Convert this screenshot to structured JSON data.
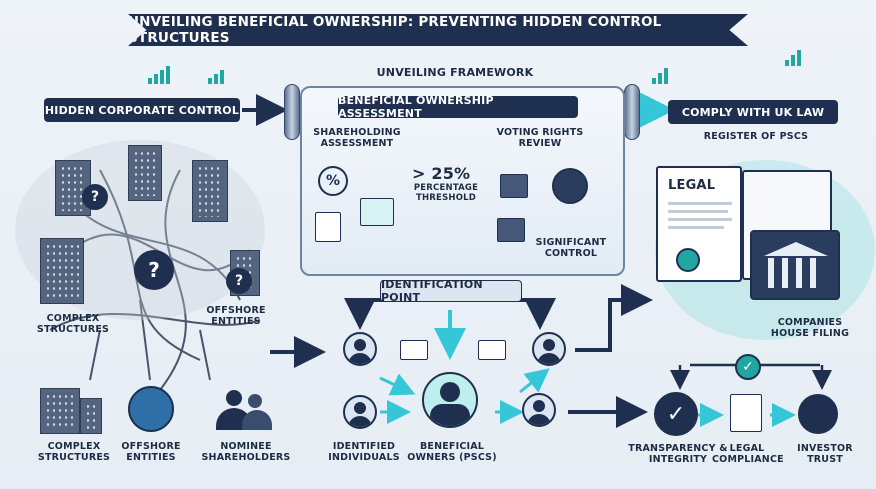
{
  "title": "UNVEILING BENEFICIAL OWNERSHIP: PREVENTING HIDDEN CONTROL STRUCTURES",
  "framework_label": "UNVEILING FRAMEWORK",
  "hidden_control": "HIDDEN CORPORATE CONTROL",
  "assessment_header": "BENEFICIAL OWNERSHIP ASSESSMENT",
  "shareholding_assessment": "SHAREHOLDING ASSESSMENT",
  "voting_rights_review": "VOTING RIGHTS REVIEW",
  "threshold_value": "> 25%",
  "threshold_label": "PERCENTAGE THRESHOLD",
  "significant_control": "SIGNIFICANT CONTROL",
  "identification_point": "IDENTIFICATION POINT",
  "comply_uk_law": "COMPLY WITH UK LAW",
  "register_pscs": "REGISTER OF PSCs",
  "legal_doc_label": "LEGAL",
  "companies_house_filing": "COMPANIES HOUSE FILING",
  "left_labels": {
    "complex_structures_mid": "COMPLEX STRUCTURES",
    "offshore_entities_mid": "OFFSHORE ENTITIES",
    "complex_structures": "COMPLEX STRUCTURES",
    "offshore_entities": "OFFSHORE ENTITIES",
    "nominee_shareholders": "NOMINEE SHAREHOLDERS"
  },
  "identified_individuals": "IDENTIFIED INDIVIDUALS",
  "beneficial_owners": "BENEFICIAL OWNERS (PSCs)",
  "outcomes": {
    "transparency": "TRANSPARENCY & INTEGRITY",
    "legal_compliance": "LEGAL COMPLIANCE",
    "investor_trust": "INVESTOR TRUST"
  },
  "icons": {
    "percent": "%",
    "question": "?",
    "check": "✓"
  },
  "colors": {
    "navy": "#1f2f4f",
    "teal": "#21a6a0",
    "arrow": "#35c7d8"
  }
}
